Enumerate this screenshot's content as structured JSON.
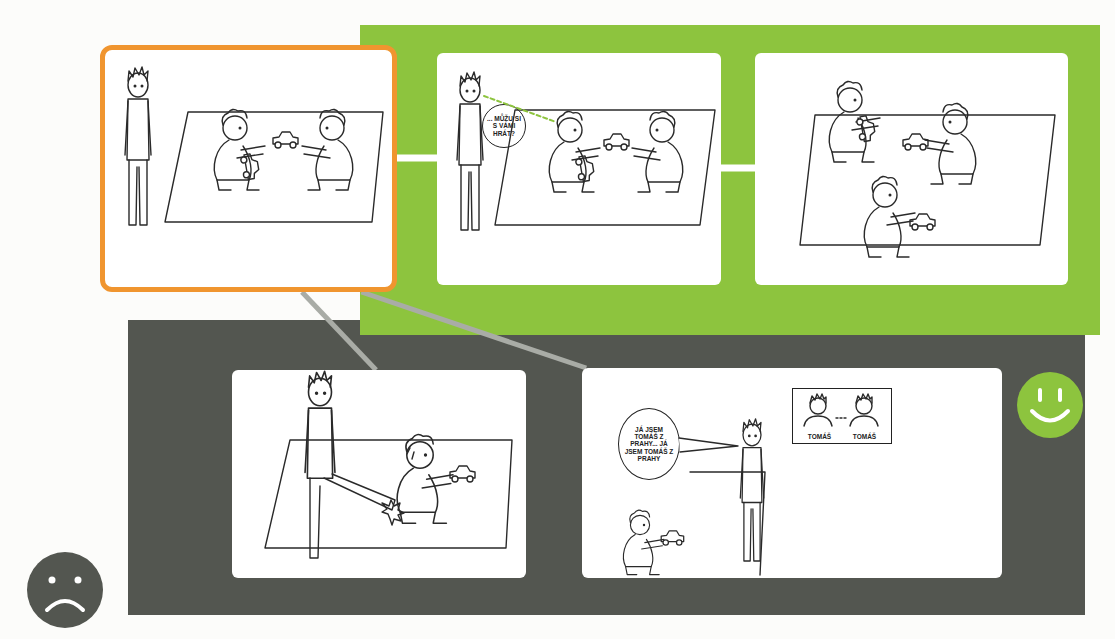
{
  "diagram": {
    "nodes": [
      {
        "text": []
      },
      {
        "text": []
      },
      {
        "text": [
          "... MŮŽU SI S VÁMI HRÁT?"
        ],
        "in": 1
      },
      {
        "text": []
      },
      {
        "text": []
      },
      {
        "text": []
      },
      {
        "text": [
          "JÁ JSEM TOMÁŠ Z PRAHY... JÁ JSEM TOMÁŠ Z PRAHY"
        ],
        "in": 5
      },
      {
        "text": [
          "TOMÁŠ",
          "TOMÁŠ"
        ],
        "in": 5
      }
    ],
    "edges": [
      {
        "from": 0,
        "to": 1,
        "arrow": "none"
      },
      {
        "from": 1,
        "to": 3,
        "arrow": "none"
      },
      {
        "from": 0,
        "to": 4,
        "arrow": "none"
      },
      {
        "from": 0,
        "to": 5,
        "arrow": "none"
      }
    ]
  }
}
